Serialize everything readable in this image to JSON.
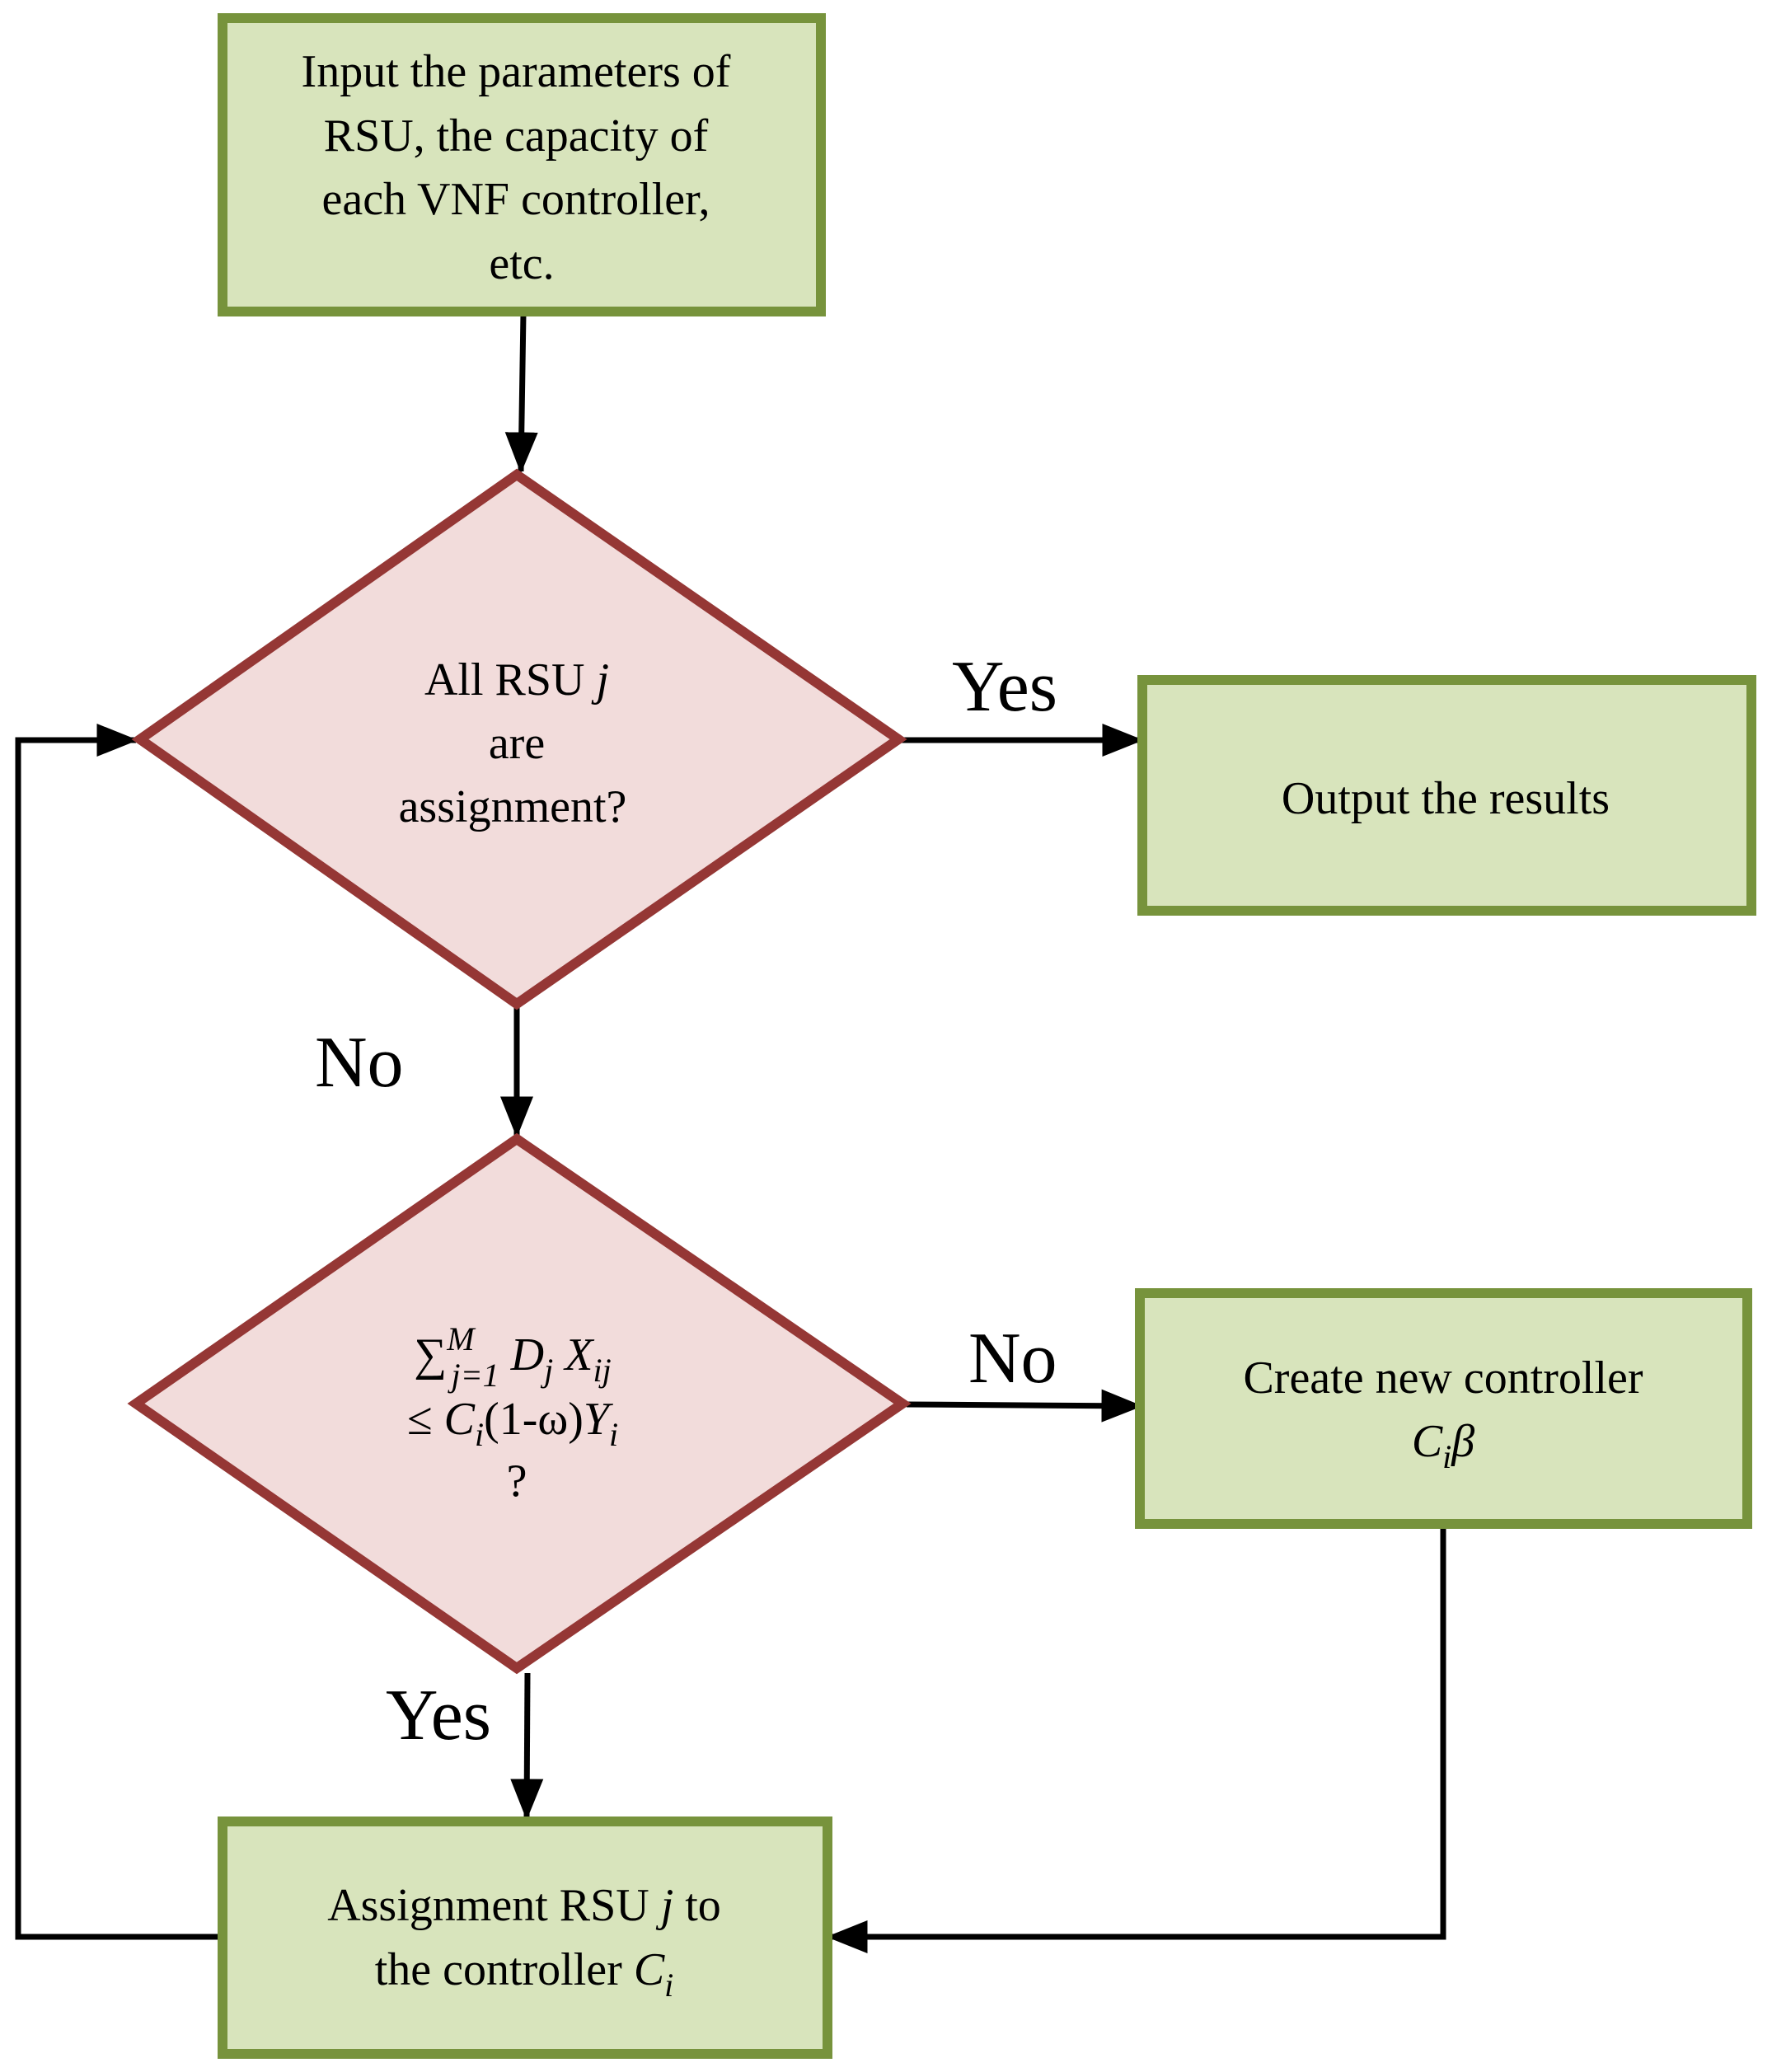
{
  "colors": {
    "process_fill": "#d8e4bc",
    "process_stroke": "#77933c",
    "decision_fill": "#f2dcdb",
    "decision_stroke": "#953735",
    "line": "#000000"
  },
  "nodes": {
    "input": {
      "line1": "Input the parameters of",
      "line2": "RSU, the capacity of",
      "line3": "each VNF controller,",
      "line4": "etc."
    },
    "decision_all": {
      "line1_prefix": "All RSU ",
      "line1_var": "j",
      "line2": "are",
      "line3": "assignment?"
    },
    "output": {
      "label": "Output the results"
    },
    "decision_capacity": {
      "sum": "∑",
      "sum_sup": "M",
      "sum_sub": "j=1",
      "d": "D",
      "d_sub": "j",
      "x": "X",
      "x_sub": "ij",
      "leq": "≤ ",
      "c": "C",
      "c_sub": "i",
      "mid": "(1-ω)",
      "y": "Y",
      "y_sub": "i",
      "qmark": "?"
    },
    "create": {
      "line1": "Create new controller",
      "c": "C",
      "c_sub": "i",
      "beta": "β"
    },
    "assign": {
      "line1_prefix": "Assignment RSU ",
      "line1_var": "j",
      "line1_suffix": " to",
      "line2_prefix": "the controller ",
      "c": "C",
      "c_sub": "i"
    }
  },
  "edges": {
    "yes_to_output": "Yes",
    "no_to_capacity": "No",
    "no_to_create": "No",
    "yes_to_assign": "Yes"
  }
}
